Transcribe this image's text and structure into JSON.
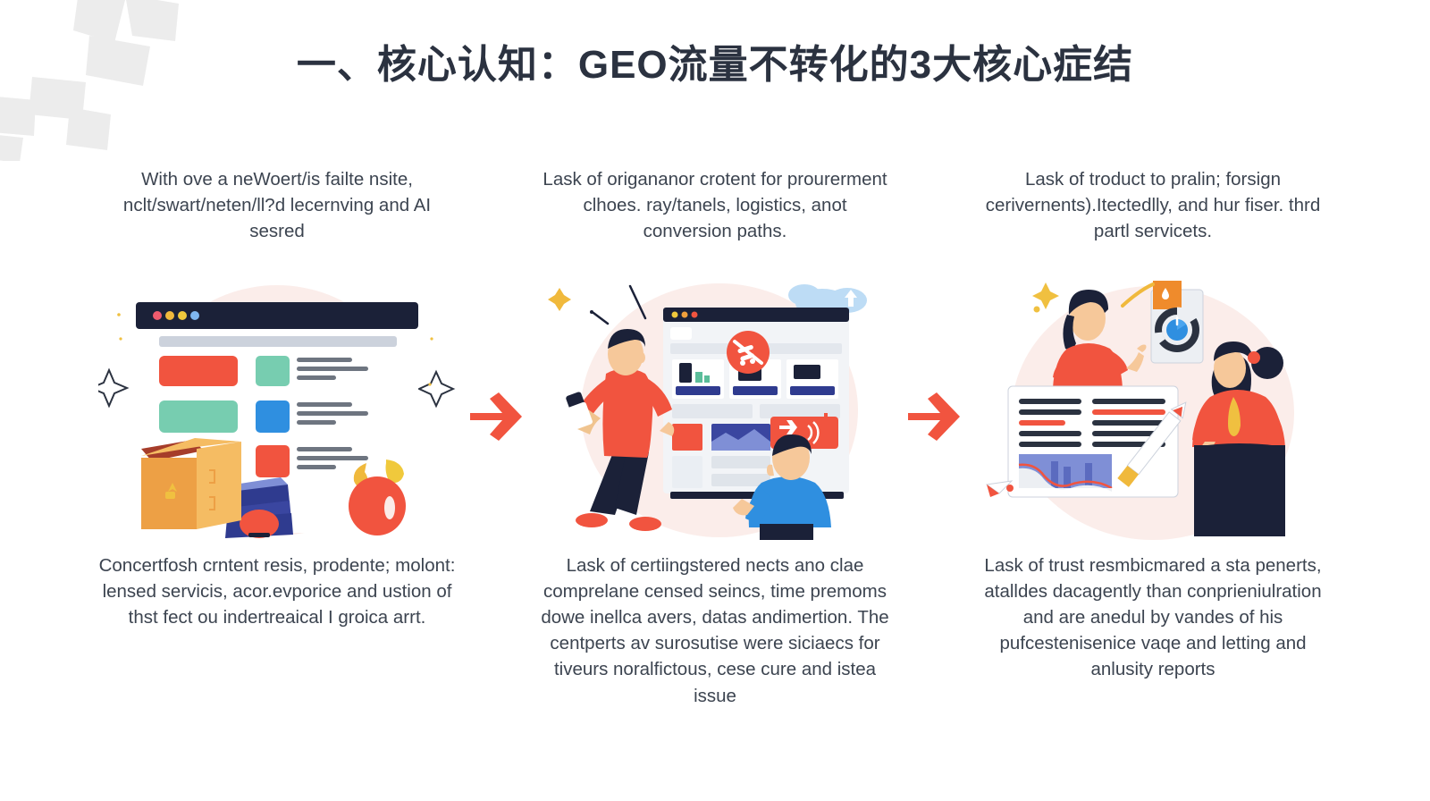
{
  "slide": {
    "background_color": "#ffffff",
    "title": "一、核心认知：GEO流量不转化的3大核心症结",
    "title_color": "#2b3240"
  },
  "palette": {
    "red": "#f1543f",
    "orange": "#f0a03c",
    "blue": "#2f8fe0",
    "navy": "#1b2138",
    "teal": "#77cdb0",
    "blush": "#fbedea",
    "gray_text": "#3c4450",
    "deco_gray": "#ececec"
  },
  "arrows": [
    {
      "name": "arrow-1",
      "glyph": "→",
      "color": "#f1543f"
    },
    {
      "name": "arrow-2",
      "glyph": "→",
      "color": "#f1543f"
    }
  ],
  "columns": [
    {
      "id": "column-1",
      "top_text": "With ove a neWoert/is failte nsite, nclt/swart/neten/ll?d lecernving and AI sesred",
      "illustration": "browser-cards-box-pouch",
      "bottom_text": "Concertfosh crntent resis, prodente; molont: lensed servicis, acor.evporice and ustion of thst fect ou indertreaical I groica arrt."
    },
    {
      "id": "column-2",
      "top_text": "Lask of origananor crotent for prourerment clhoes. ray/tanels, logistics, anot conversion paths.",
      "illustration": "two-people-dashboard",
      "bottom_text": "Lask of certiingstered nects ano clae comprelane censed seincs, time premoms dowe inellca avers, datas andimertion. The centperts av surosutise were siciaecs for tiveurs noralfictous, cese cure and istea issue"
    },
    {
      "id": "column-3",
      "top_text": "Lask of troduct to pralin; forsign cerivernents).Itectedlly, and hur fiser. thrd partl servicets.",
      "illustration": "two-women-report-chart",
      "bottom_text": "Lask of trust resmbicmared a sta penerts, atalldes dacagently than conprieniulration and are anedul by vandes of his pufcestenisenice vaqe and letting and anlusity reports"
    }
  ]
}
